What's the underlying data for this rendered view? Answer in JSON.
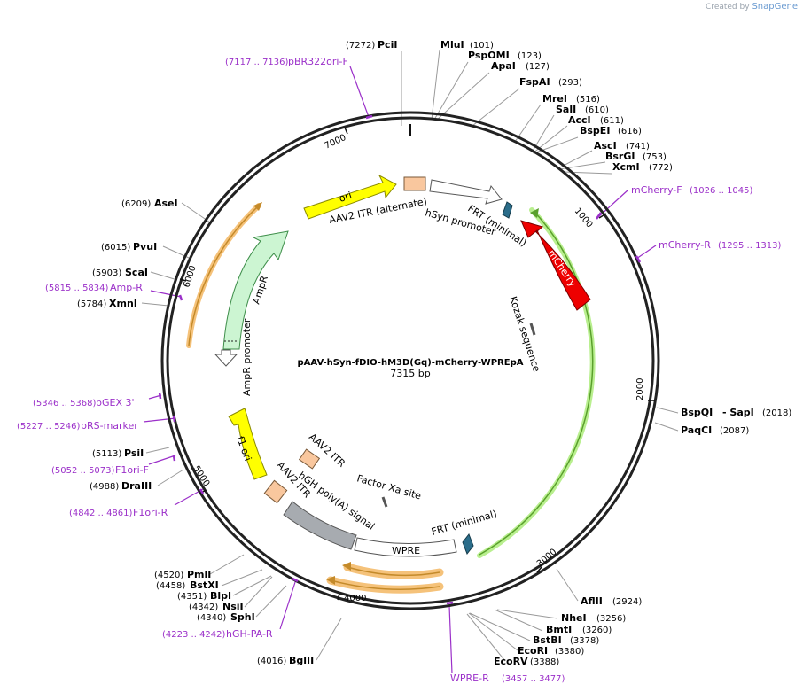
{
  "credit": {
    "prefix": "Created by",
    "brand": "SnapGene"
  },
  "plasmid": {
    "name": "pAAV-hSyn-fDIO-hM3D(Gq)-mCherry-WPREpA",
    "length_label": "7315 bp"
  },
  "ticks": [
    "1000",
    "2000",
    "3000",
    "4000",
    "5000",
    "6000",
    "7000"
  ],
  "sites": [
    {
      "name": "PciI",
      "pos": "(7272)"
    },
    {
      "name": "MluI",
      "pos": "(101)"
    },
    {
      "name": "PspOMI",
      "pos": "(123)"
    },
    {
      "name": "ApaI",
      "pos": "(127)"
    },
    {
      "name": "FspAI",
      "pos": "(293)"
    },
    {
      "name": "MreI",
      "pos": "(516)"
    },
    {
      "name": "SalI",
      "pos": "(610)"
    },
    {
      "name": "AccI",
      "pos": "(611)"
    },
    {
      "name": "BspEI",
      "pos": "(616)"
    },
    {
      "name": "AscI",
      "pos": "(741)"
    },
    {
      "name": "BsrGI",
      "pos": "(753)"
    },
    {
      "name": "XcmI",
      "pos": "(772)"
    },
    {
      "name": "BspQI",
      "pos": "(2018)"
    },
    {
      "name": "- SapI",
      "pos": ""
    },
    {
      "name": "PaqCI",
      "pos": "(2087)"
    },
    {
      "name": "AflII",
      "pos": "(2924)"
    },
    {
      "name": "NheI",
      "pos": "(3256)"
    },
    {
      "name": "BmtI",
      "pos": "(3260)"
    },
    {
      "name": "BstBI",
      "pos": "(3378)"
    },
    {
      "name": "EcoRI",
      "pos": "(3380)"
    },
    {
      "name": "EcoRV",
      "pos": "(3388)"
    },
    {
      "name": "BglII",
      "pos": "(4016)"
    },
    {
      "name": "SphI",
      "pos": "(4340)"
    },
    {
      "name": "NsiI",
      "pos": "(4342)"
    },
    {
      "name": "BlpI",
      "pos": "(4351)"
    },
    {
      "name": "BstXI",
      "pos": "(4458)"
    },
    {
      "name": "PmlI",
      "pos": "(4520)"
    },
    {
      "name": "DraIII",
      "pos": "(4988)"
    },
    {
      "name": "PsiI",
      "pos": "(5113)"
    },
    {
      "name": "XmnI",
      "pos": "(5784)"
    },
    {
      "name": "ScaI",
      "pos": "(5903)"
    },
    {
      "name": "PvuI",
      "pos": "(6015)"
    },
    {
      "name": "AseI",
      "pos": "(6209)"
    }
  ],
  "primers": [
    {
      "name": "pBR322ori-F",
      "pos": "(7117 .. 7136)"
    },
    {
      "name": "mCherry-F",
      "pos": "(1026 .. 1045)"
    },
    {
      "name": "mCherry-R",
      "pos": "(1295 .. 1313)"
    },
    {
      "name": "WPRE-R",
      "pos": "(3457 .. 3477)"
    },
    {
      "name": "hGH-PA-R",
      "pos": "(4223 .. 4242)"
    },
    {
      "name": "F1ori-R",
      "pos": "(4842 .. 4861)"
    },
    {
      "name": "F1ori-F",
      "pos": "(5052 .. 5073)"
    },
    {
      "name": "pRS-marker",
      "pos": "(5227 .. 5246)"
    },
    {
      "name": "pGEX 3'",
      "pos": "(5346 .. 5368)"
    },
    {
      "name": "Amp-R",
      "pos": "(5815 .. 5834)"
    }
  ],
  "features": {
    "ori": "ori",
    "itr_alt": "AAV2 ITR (alternate)",
    "hsyn": "hSyn promoter",
    "frt_top": "FRT (minimal)",
    "mcherry": "mCherry",
    "kozak": "Kozak sequence",
    "frt_bottom": "FRT (minimal)",
    "wpre": "WPRE",
    "factor_xa": "Factor Xa site",
    "hgh": "hGH poly(A) signal",
    "itr1": "AAV2 ITR",
    "itr2": "AAV2 ITR",
    "f1ori": "f1 ori",
    "ampr_promoter": "AmpR promoter",
    "ampr": "AmpR"
  },
  "colors": {
    "primer": "#9b30c9",
    "ori": "#ffff00",
    "mcherry": "#ee0000",
    "ampr": "#ccf5d2",
    "itr": "#f9c79e",
    "polya": "#a7abb0",
    "frt": "#2b6d8a",
    "highlight_orange": "#f5c27a",
    "highlight_green": "#b9ef8f"
  }
}
